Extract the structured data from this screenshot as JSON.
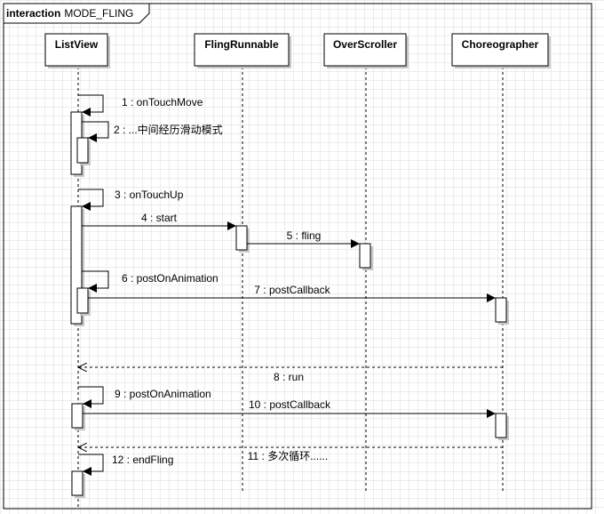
{
  "frame": {
    "kind": "interaction",
    "name": "MODE_FLING"
  },
  "participants": [
    {
      "id": "listview",
      "label": "ListView"
    },
    {
      "id": "flingrunnable",
      "label": "FlingRunnable"
    },
    {
      "id": "overscroller",
      "label": "OverScroller"
    },
    {
      "id": "choreographer",
      "label": "Choreographer"
    }
  ],
  "messages": [
    {
      "label": "1 : onTouchMove"
    },
    {
      "label": "2 : ...中间经历滑动模式"
    },
    {
      "label": "3 : onTouchUp"
    },
    {
      "label": "4 : start"
    },
    {
      "label": "5 : fling"
    },
    {
      "label": "6 : postOnAnimation"
    },
    {
      "label": "7 : postCallback"
    },
    {
      "label": "8 : run"
    },
    {
      "label": "9 : postOnAnimation"
    },
    {
      "label": "10 : postCallback"
    },
    {
      "label": "11 : 多次循环......"
    },
    {
      "label": "12 : endFling"
    }
  ]
}
